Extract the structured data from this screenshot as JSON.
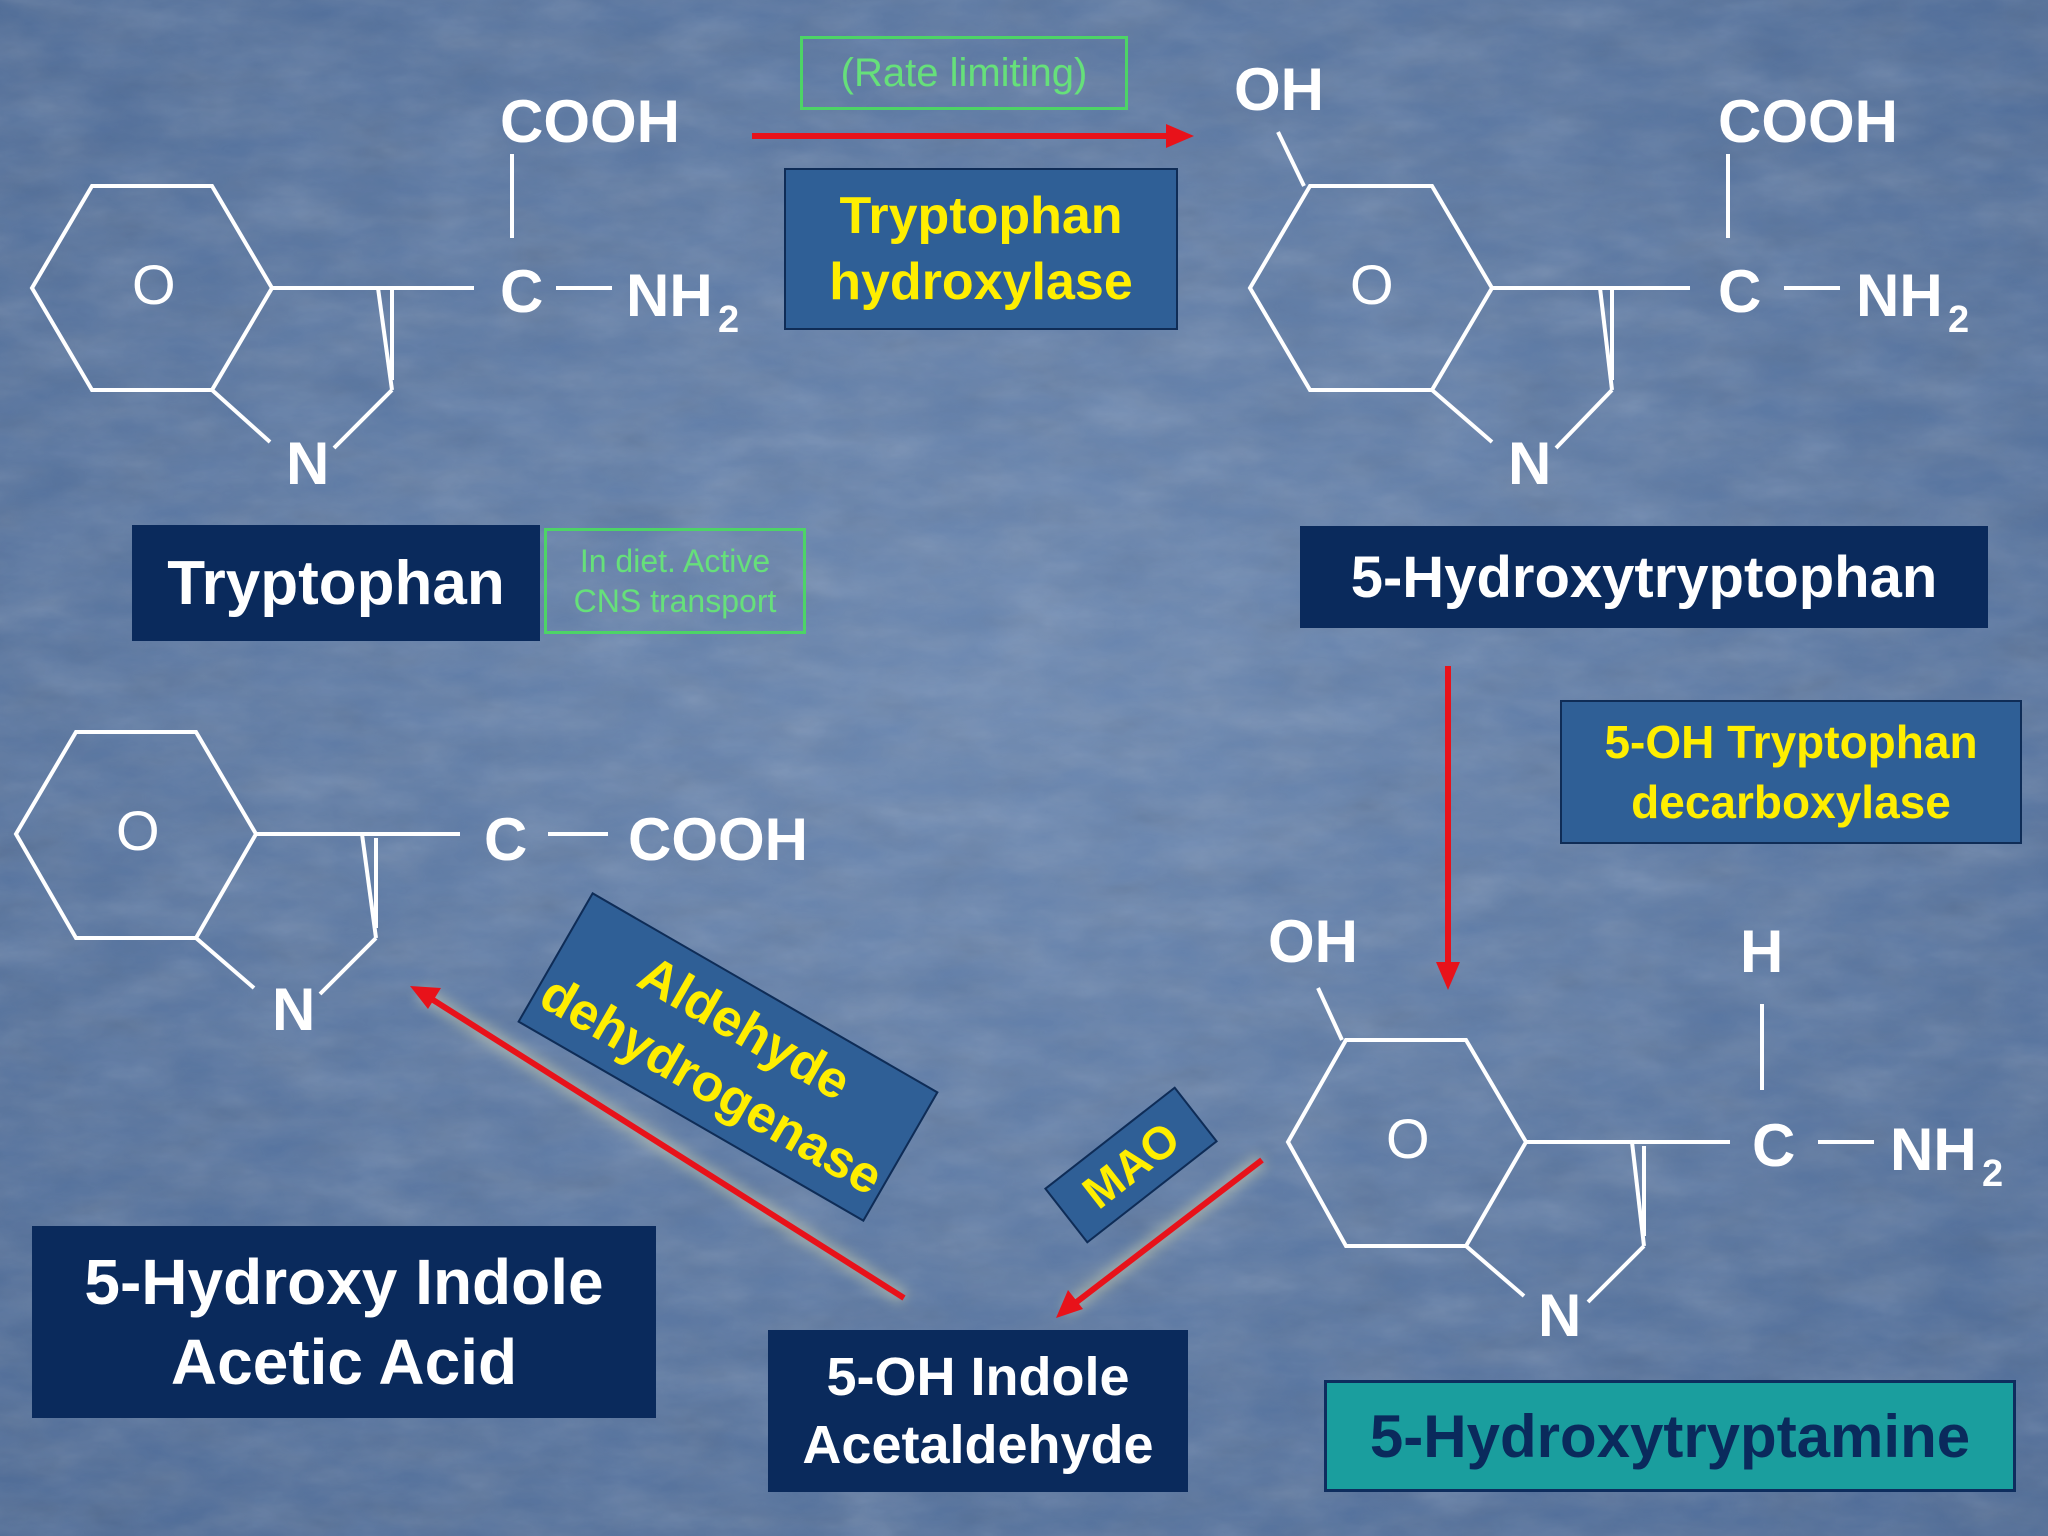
{
  "molecules": {
    "tryptophan": {
      "cooh": "COOH",
      "c": "C",
      "nh": "NH",
      "sub2": "2",
      "ring_o": "O",
      "n": "N"
    },
    "hydroxytryptophan": {
      "oh": "OH",
      "cooh": "COOH",
      "c": "C",
      "nh": "NH",
      "sub2": "2",
      "ring_o": "O",
      "n": "N"
    },
    "hydroxytryptamine": {
      "oh": "OH",
      "h": "H",
      "c": "C",
      "nh": "NH",
      "sub2": "2",
      "ring_o": "O",
      "n": "N"
    },
    "hiaa": {
      "c": "C",
      "cooh": "COOH",
      "ring_o": "O",
      "n": "N"
    }
  },
  "labels": {
    "tryptophan": "Tryptophan",
    "diet_note": [
      "In diet. Active",
      "CNS transport"
    ],
    "rate_limiting": "(Rate limiting)",
    "trp_hydroxylase": [
      "Tryptophan",
      "hydroxylase"
    ],
    "hydroxytryptophan": "5-Hydroxytryptophan",
    "decarboxylase": [
      "5-OH Tryptophan",
      "decarboxylase"
    ],
    "hydroxytryptamine": "5-Hydroxytryptamine",
    "mao": "MAO",
    "acetaldehyde": [
      "5-OH Indole",
      "Acetaldehyde"
    ],
    "aldehyde_dehydrogenase": [
      "Aldehyde",
      "dehydrogenase"
    ],
    "hiaa": [
      "5-Hydroxy Indole",
      "Acetic Acid"
    ]
  },
  "colors": {
    "background": "#5776a3",
    "navy_box": "#0a2a5c",
    "enzyme_box": "#2f5f96",
    "enzyme_text": "#ffee00",
    "note_green": "#66e07a",
    "arrow": "#e8121a",
    "teal_box": "#1a9e9e"
  }
}
